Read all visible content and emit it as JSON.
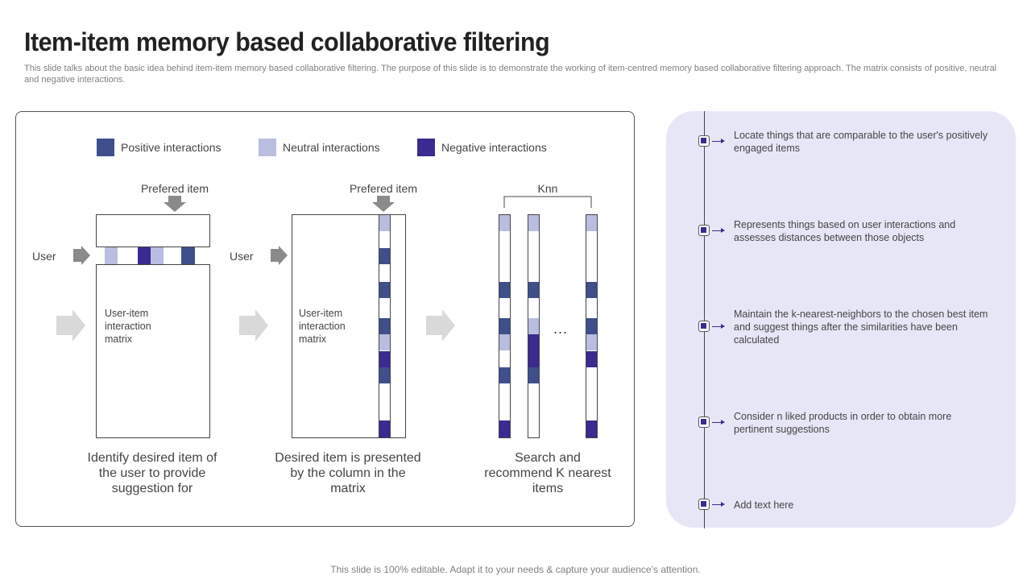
{
  "title": "Item-item memory based collaborative filtering",
  "subtitle": "This slide talks about the basic idea behind item-item memory based collaborative filtering. The purpose of this slide is to demonstrate the working of item-centred memory based collaborative filtering approach. The matrix consists of positive, neutral and negative interactions.",
  "colors": {
    "positive": "#3f4f8c",
    "neutral": "#b9bddf",
    "negative": "#3a2a91",
    "arrow_gray": "#8a8a8a",
    "arrow_light": "#d9d9d9"
  },
  "legend": {
    "positive": "Positive interactions",
    "neutral": "Neutral interactions",
    "negative": "Negative interactions"
  },
  "step1": {
    "pref_label": "Prefered item",
    "user_label": "User",
    "matrix_label": "User-item\ninteraction\nmatrix",
    "caption": "Identify  desired item of the user to provide suggestion for"
  },
  "step2": {
    "pref_label": "Prefered item",
    "user_label": "User",
    "matrix_label": "User-item\ninteraction\nmatrix",
    "caption": "Desired item is presented by the column in the matrix"
  },
  "step3": {
    "knn_label": "Knn",
    "dots": "...",
    "caption": "Search and recommend K nearest items"
  },
  "timeline": [
    {
      "text": "Locate things that are comparable to the user's positively engaged items"
    },
    {
      "text": "Represents things based on user interactions and assesses distances between those objects"
    },
    {
      "text": "Maintain the k-nearest-neighbors to the chosen best item and suggest things after the similarities have been calculated"
    },
    {
      "text": "Consider  n liked products in order to obtain more pertinent suggestions"
    },
    {
      "text": "Add text here"
    }
  ],
  "footer": "This slide is 100% editable. Adapt it to your needs & capture your audience’s attention."
}
